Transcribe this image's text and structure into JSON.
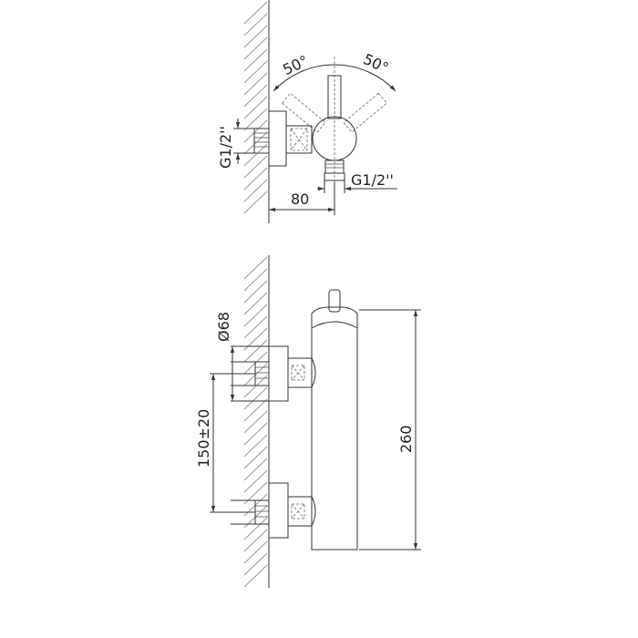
{
  "top_view": {
    "angle_left": "50°",
    "angle_right": "50°",
    "thread_inlet": "G1/2''",
    "thread_outlet": "G1/2''",
    "depth": "80"
  },
  "front_view": {
    "flange_diameter": "Ø68",
    "inlet_spacing": "150±20",
    "height": "260"
  },
  "colors": {
    "line": "#333333",
    "background": "#ffffff"
  }
}
